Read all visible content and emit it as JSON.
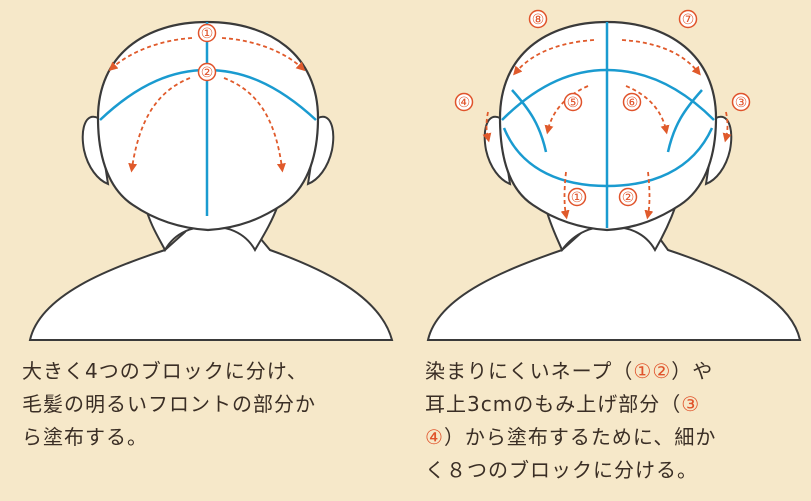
{
  "colors": {
    "background": "#f6e8c9",
    "head_fill": "#ffffff",
    "outline": "#3a3a3a",
    "section_line": "#1a9bd0",
    "arrow": "#e05a2b",
    "number_circle": "#e0532b",
    "caption_text": "#3a2e25"
  },
  "left_figure": {
    "numbers": [
      "①",
      "②"
    ]
  },
  "right_figure": {
    "numbers": [
      "⑧",
      "⑦",
      "④",
      "③",
      "⑤",
      "⑥",
      "①",
      "②"
    ]
  },
  "captions": {
    "left": {
      "line1": "大きく4つのブロックに分け、",
      "line2": "毛髪の明るいフロントの部分か",
      "line3": "ら塗布する。"
    },
    "right": {
      "line1_a": "染まりにくいネープ（",
      "line1_mark": "①②",
      "line1_b": "）や",
      "line2_a": "耳上3cmのもみ上げ部分（",
      "line2_mark": "③",
      "line3_mark": "④",
      "line3_b": "）から塗布するために、細か",
      "line4": "く８つのブロックに分ける。"
    }
  }
}
